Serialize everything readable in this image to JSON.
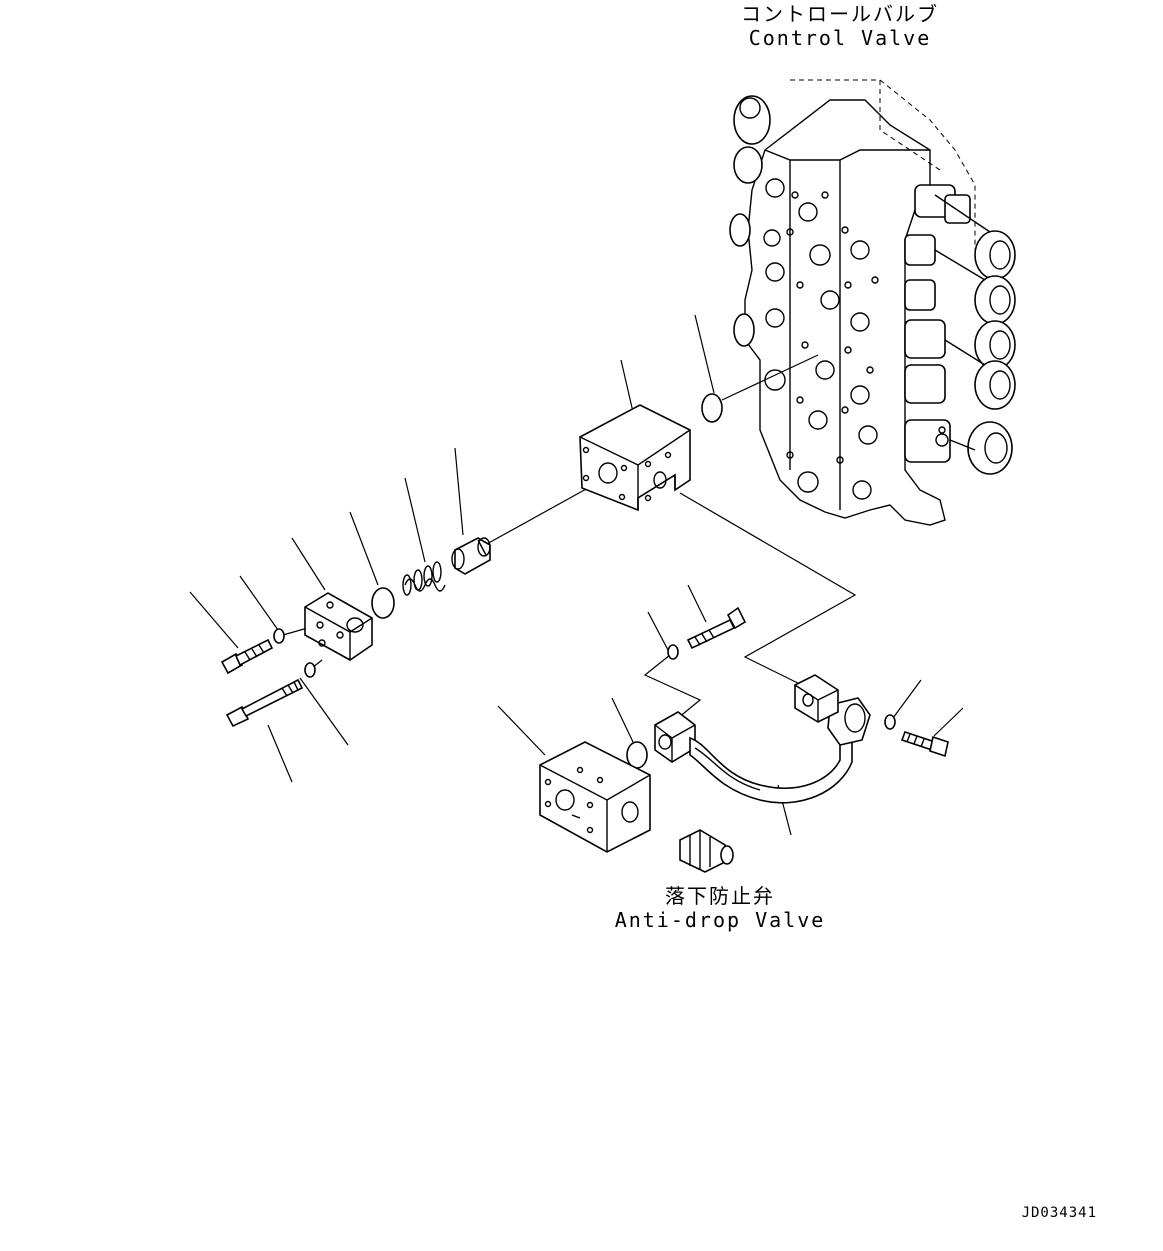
{
  "labels": {
    "control_valve_jp": "コントロールバルブ",
    "control_valve_en": "Control Valve",
    "anti_drop_valve_jp": "落下防止弁",
    "anti_drop_valve_en": "Anti-drop Valve"
  },
  "drawing_id": "JD034341"
}
